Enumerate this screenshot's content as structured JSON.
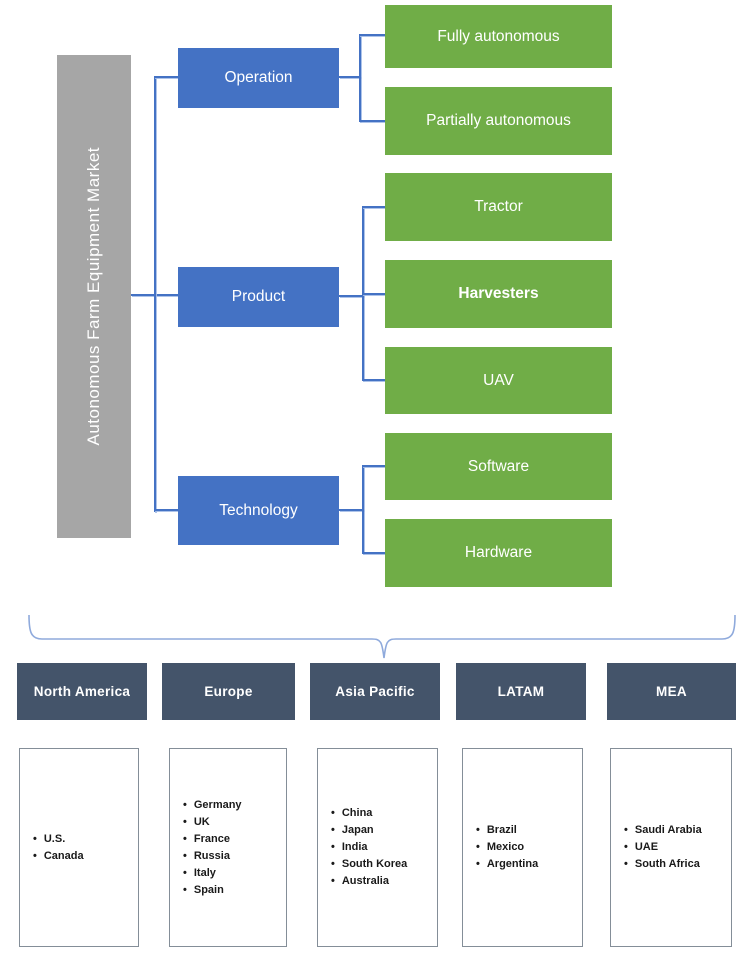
{
  "diagram": {
    "root": {
      "label": "Autonomous Farm Equipment Market"
    },
    "branches": [
      {
        "label": "Operation",
        "children": [
          {
            "label": "Fully autonomous",
            "bold": false
          },
          {
            "label": "Partially autonomous",
            "bold": false
          }
        ]
      },
      {
        "label": "Product",
        "children": [
          {
            "label": "Tractor",
            "bold": false
          },
          {
            "label": "Harvesters",
            "bold": true
          },
          {
            "label": "UAV",
            "bold": false
          }
        ]
      },
      {
        "label": "Technology",
        "children": [
          {
            "label": "Software",
            "bold": false
          },
          {
            "label": "Hardware",
            "bold": false
          }
        ]
      }
    ],
    "regions": [
      {
        "label": "North America",
        "countries": [
          "U.S.",
          "Canada"
        ]
      },
      {
        "label": "Europe",
        "countries": [
          "Germany",
          "UK",
          "France",
          "Russia",
          "Italy",
          "Spain"
        ]
      },
      {
        "label": "Asia Pacific",
        "countries": [
          "China",
          "Japan",
          "India",
          "South Korea",
          "Australia"
        ]
      },
      {
        "label": "LATAM",
        "countries": [
          "Brazil",
          "Mexico",
          "Argentina"
        ]
      },
      {
        "label": "MEA",
        "countries": [
          "Saudi Arabia",
          "UAE",
          "South Africa"
        ]
      }
    ],
    "colors": {
      "branch_blue": "#4472C4",
      "segment_green": "#70AD47",
      "root_gray": "#A6A6A6",
      "region_header_slate": "#44546A",
      "connector_blue": "#4472C4",
      "brace_light_blue": "#8FAADC"
    }
  }
}
